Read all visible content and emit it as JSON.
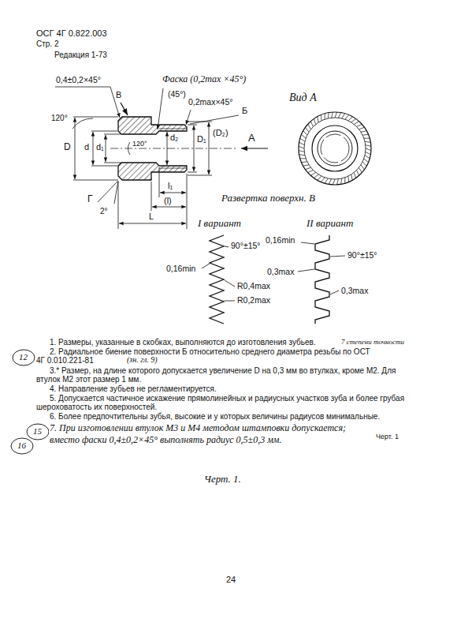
{
  "diagram": {
    "labels": [
      "ОСГ 4Г 0.822.003",
      "Стр. 2",
      "Редакция 1-73",
      "0,4±0,2×45°",
      "Фаска (0,2max ×45°)",
      "В",
      "(45°)",
      "0,2max×45°",
      "Б",
      "120°",
      "120°",
      "d",
      "d₁",
      "D",
      "d₂",
      "D₁",
      "(D₂)",
      "A",
      "Г",
      "2°",
      "l₁",
      "(l)",
      "L",
      "Вид А",
      "Развертка поверхн. В",
      "I вариант",
      "II вариант",
      "90°±15°",
      "0,16min",
      "R0,4max",
      "R0,2max",
      "0,16min",
      "0,3max",
      "90°±15°",
      "0,3max",
      "1. Размеры, указанные в скобках, выполняются до изготовления зубьев.",
      "2. Радиальное биение поверхности Б относительно среднего диаметра резьбы по ОСТ 4Г 0.010.221-81",
      "7 степени точности",
      "(зн. гл. 9)",
      "12",
      "3.* Размер, на длине которого допускается увеличение D на 0,3 мм во втулках, кроме М2. Для втулок М2 этот размер 1 мм.",
      "4. Направление зубьев не регламентируется.",
      "5. Допускается частичное искажение прямолинейных и радиусных участков зуба и более грубая шероховатость их поверхностей.",
      "6. Более предпочтительны зубья, высокие и у которых величины радиусов минимальные.",
      "7. При изготовлении втулок М3 и М4 методом штамповки допускается; вместо фаски 0,4±0,2×45° выполнять радиус 0,5±0,3 мм.",
      "Черт. 1",
      "15",
      "16",
      "Черт. 1.",
      "24"
    ]
  }
}
